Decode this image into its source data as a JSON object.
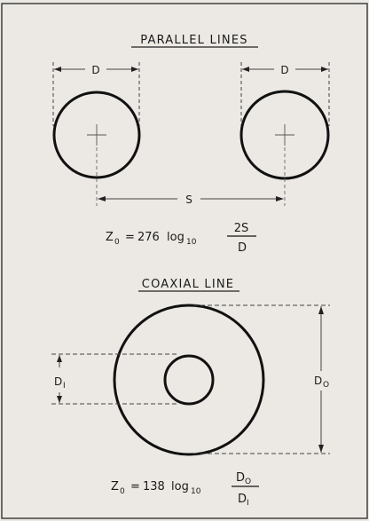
{
  "parallel": {
    "title": "PARALLEL LINES",
    "dim_d_left": "D",
    "dim_d_right": "D",
    "dim_s": "S",
    "formula": {
      "lhs_symbol": "Z",
      "lhs_sub": "0",
      "equals": "=",
      "coefficient": "276",
      "log": "log",
      "log_base": "10",
      "numerator": "2S",
      "denominator": "D"
    }
  },
  "coaxial": {
    "title": "COAXIAL LINE",
    "dim_di_symbol": "D",
    "dim_di_sub": "I",
    "dim_do_symbol": "D",
    "dim_do_sub": "O",
    "formula": {
      "lhs_symbol": "Z",
      "lhs_sub": "0",
      "equals": "=",
      "coefficient": "138",
      "log": "log",
      "log_base": "10",
      "num_symbol": "D",
      "num_sub": "O",
      "den_symbol": "D",
      "den_sub": "I"
    }
  }
}
